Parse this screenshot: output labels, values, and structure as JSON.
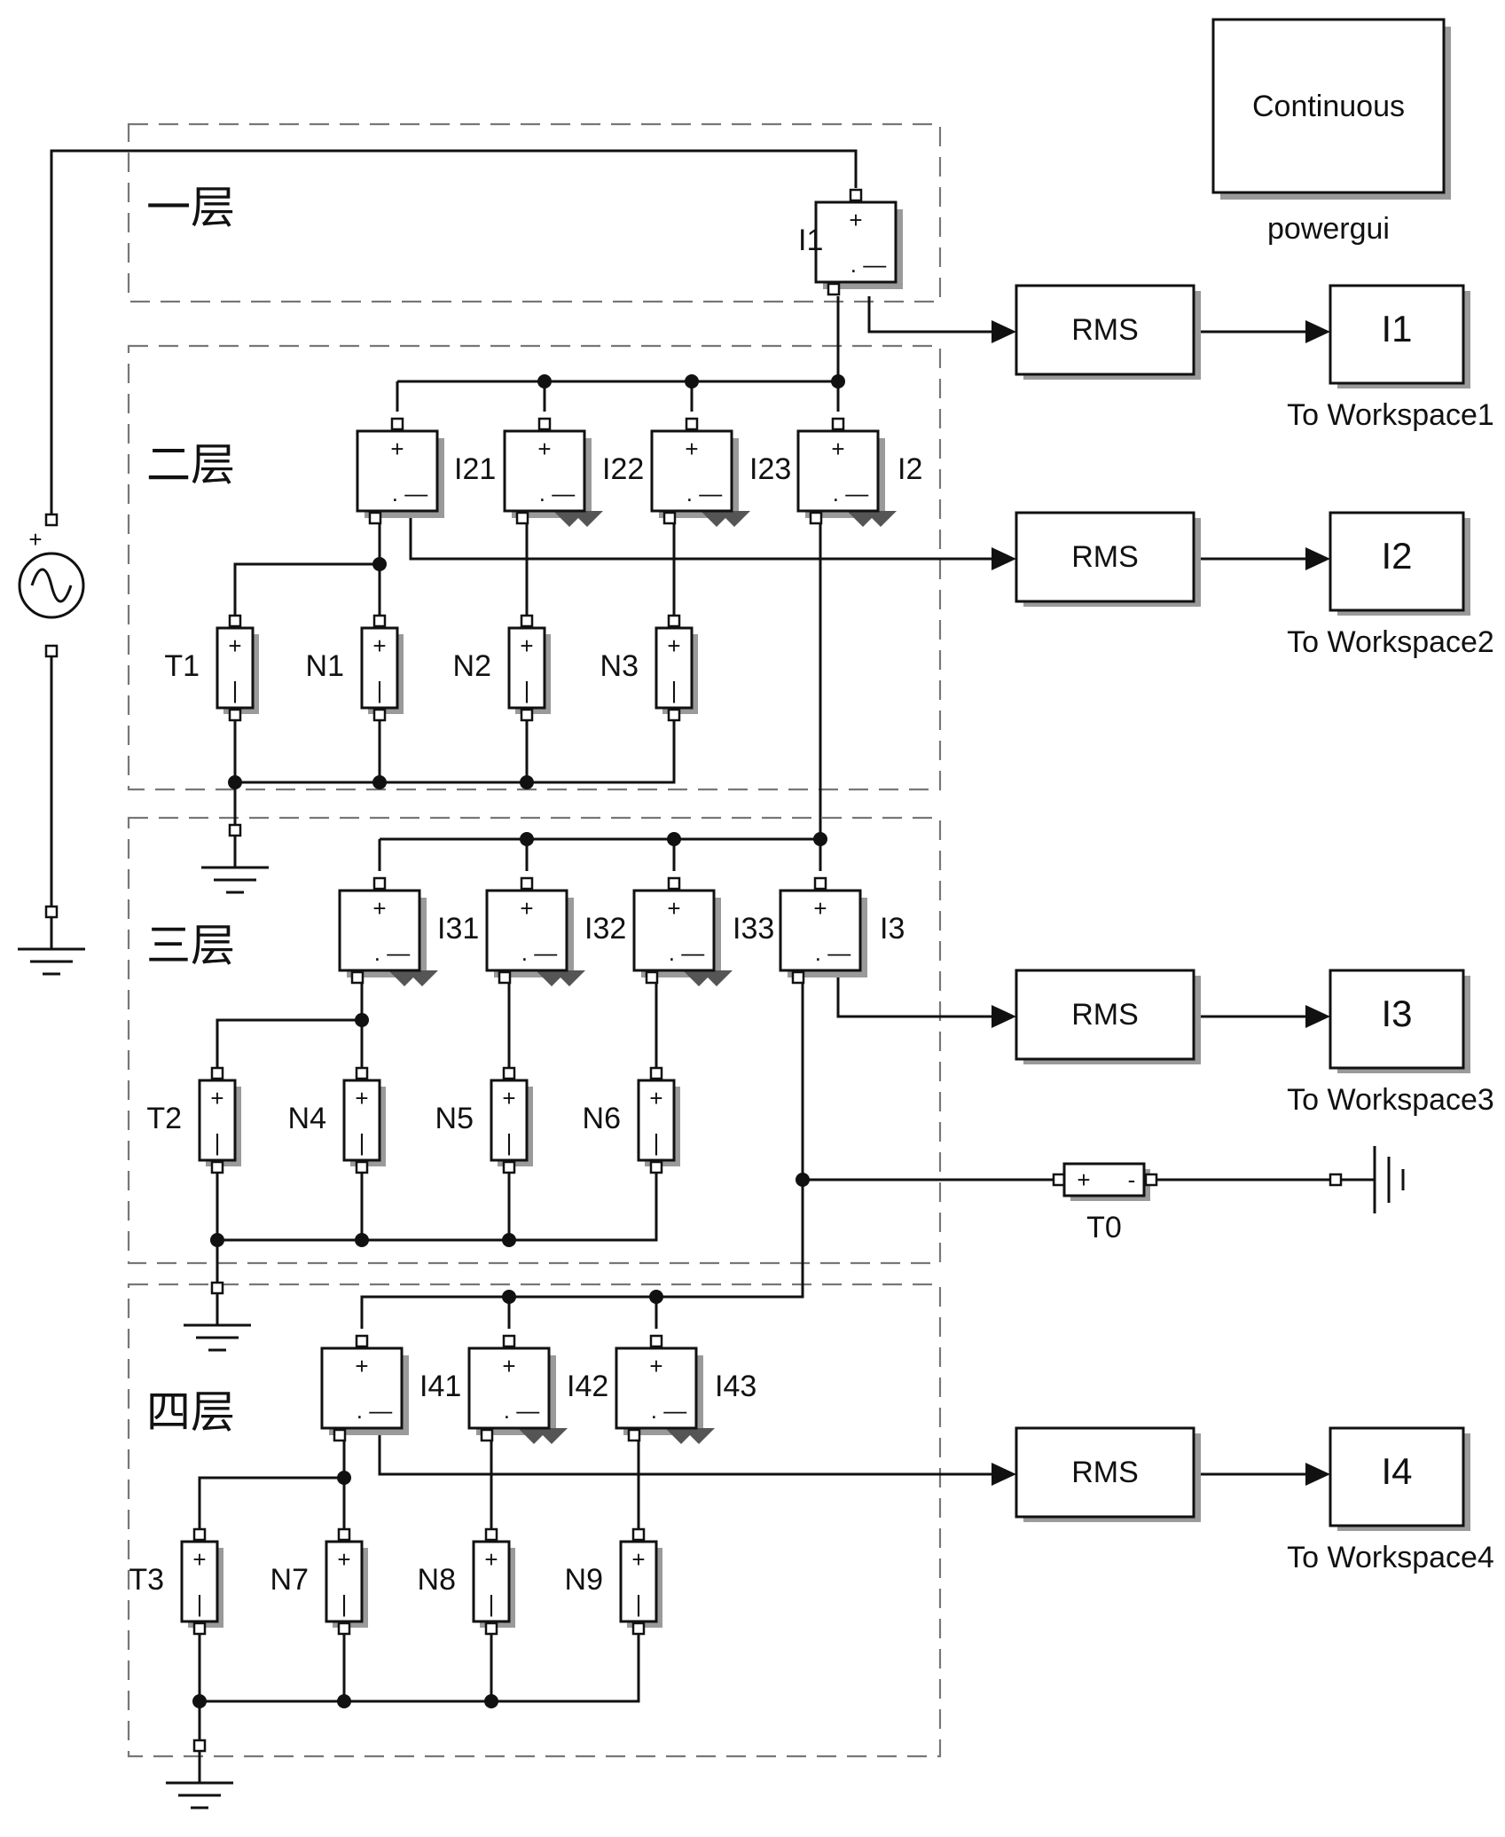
{
  "powergui": {
    "block_text": "Continuous",
    "label": "powergui"
  },
  "layers": [
    {
      "id": "L1",
      "label": "一层"
    },
    {
      "id": "L2",
      "label": "二层"
    },
    {
      "id": "L3",
      "label": "三层"
    },
    {
      "id": "L4",
      "label": "四层"
    }
  ],
  "meters": {
    "I1": "I1",
    "I21": "I21",
    "I22": "I22",
    "I23": "I23",
    "I2": "I2",
    "I31": "I31",
    "I32": "I32",
    "I33": "I33",
    "I3": "I3",
    "I41": "I41",
    "I42": "I42",
    "I43": "I43"
  },
  "loads": {
    "T1": "T1",
    "N1": "N1",
    "N2": "N2",
    "N3": "N3",
    "T2": "T2",
    "N4": "N4",
    "N5": "N5",
    "N6": "N6",
    "T3": "T3",
    "N7": "N7",
    "N8": "N8",
    "N9": "N9",
    "T0": "T0"
  },
  "rms_label": "RMS",
  "outputs": [
    {
      "var": "I1",
      "label": "To Workspace1"
    },
    {
      "var": "I2",
      "label": "To Workspace2"
    },
    {
      "var": "I3",
      "label": "To Workspace3"
    },
    {
      "var": "I4",
      "label": "To Workspace4"
    }
  ],
  "symbols": {
    "plus": "+",
    "minus": "-",
    "meter_minus": ". —"
  }
}
